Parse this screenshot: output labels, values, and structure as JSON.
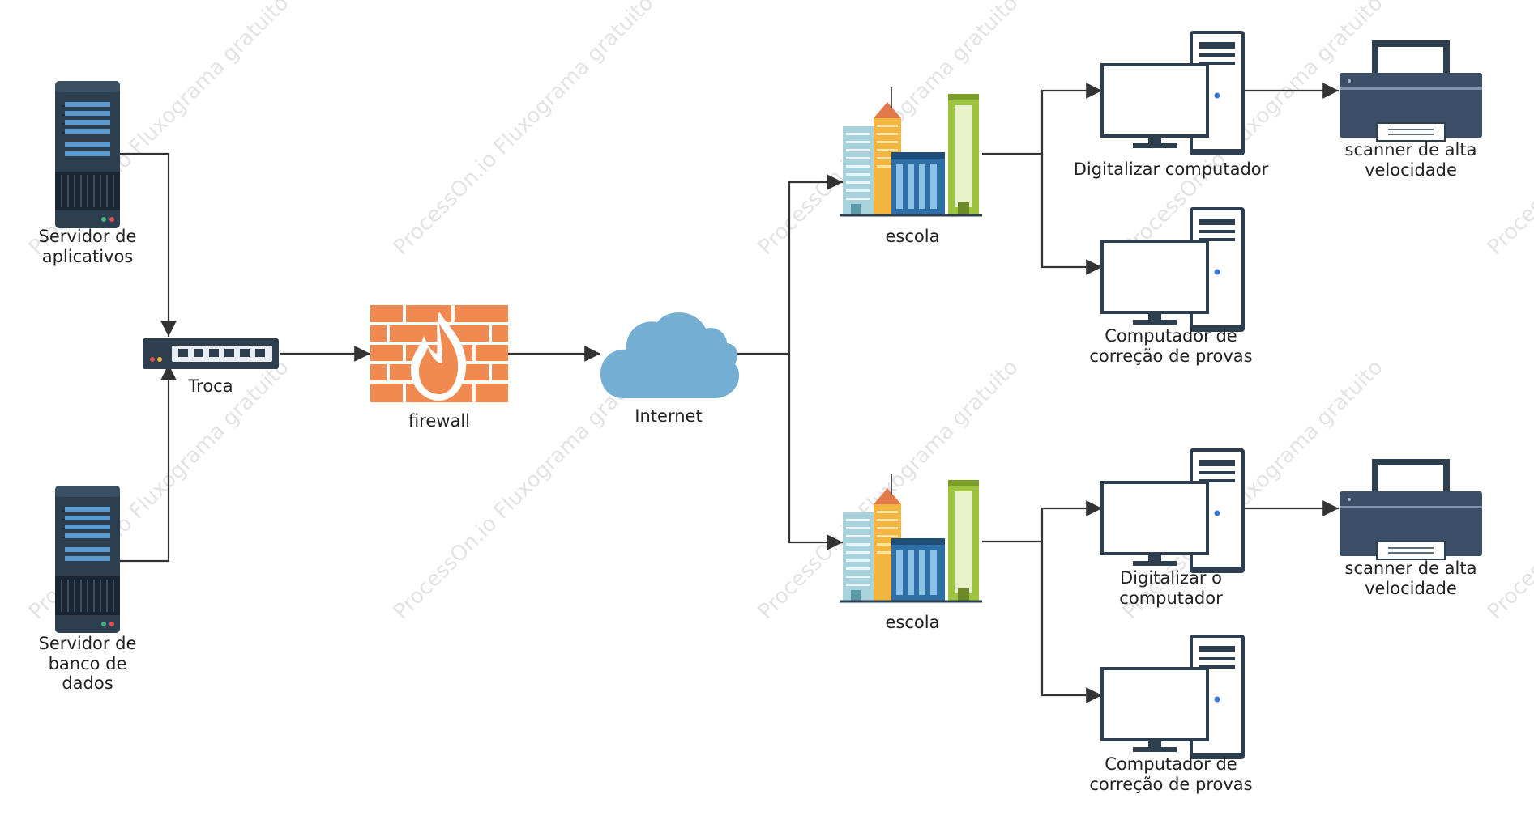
{
  "colors": {
    "edge": "#333333",
    "server_dark": "#2d3e4f",
    "server_stripe": "#5a9ad0",
    "firewall": "#f08a50",
    "cloud": "#75aed3",
    "printer": "#3d4f68",
    "tower": "#2d3e4f"
  },
  "watermark": {
    "text": "ProcessOn.io Fluxograma gratuito"
  },
  "nodes": {
    "app_server": {
      "icon": "server-icon",
      "label_lines": [
        "Servidor de",
        "aplicativos"
      ]
    },
    "db_server": {
      "icon": "server-icon",
      "label_lines": [
        "Servidor de",
        "banco de",
        "dados"
      ]
    },
    "switch": {
      "icon": "switch-icon",
      "label": "Troca"
    },
    "firewall": {
      "icon": "firewall-icon",
      "label": "firewall"
    },
    "internet": {
      "icon": "cloud-icon",
      "label": "Internet"
    },
    "school_top": {
      "icon": "buildings-icon",
      "label": "escola"
    },
    "school_bottom": {
      "icon": "buildings-icon",
      "label": "escola"
    },
    "pc_scan_top": {
      "icon": "computer-icon",
      "label_lines": [
        "Digitalizar computador"
      ]
    },
    "pc_grade_top": {
      "icon": "computer-icon",
      "label_lines": [
        "Computador de",
        "correção de provas"
      ]
    },
    "pc_scan_bottom": {
      "icon": "computer-icon",
      "label_lines": [
        "Digitalizar o",
        "computador"
      ]
    },
    "pc_grade_bottom": {
      "icon": "computer-icon",
      "label_lines": [
        "Computador de",
        "correção de provas"
      ]
    },
    "scanner_top": {
      "icon": "printer-icon",
      "label_lines": [
        "scanner de alta",
        "velocidade"
      ]
    },
    "scanner_bottom": {
      "icon": "printer-icon",
      "label_lines": [
        "scanner de alta",
        "velocidade"
      ]
    }
  },
  "edges": [
    {
      "from": "app_server",
      "to": "switch"
    },
    {
      "from": "db_server",
      "to": "switch"
    },
    {
      "from": "switch",
      "to": "firewall"
    },
    {
      "from": "firewall",
      "to": "internet"
    },
    {
      "from": "internet",
      "to": "school_top"
    },
    {
      "from": "internet",
      "to": "school_bottom"
    },
    {
      "from": "school_top",
      "to": "pc_scan_top"
    },
    {
      "from": "school_top",
      "to": "pc_grade_top"
    },
    {
      "from": "school_bottom",
      "to": "pc_scan_bottom"
    },
    {
      "from": "school_bottom",
      "to": "pc_grade_bottom"
    },
    {
      "from": "pc_scan_top",
      "to": "scanner_top"
    },
    {
      "from": "pc_scan_bottom",
      "to": "scanner_bottom"
    }
  ]
}
